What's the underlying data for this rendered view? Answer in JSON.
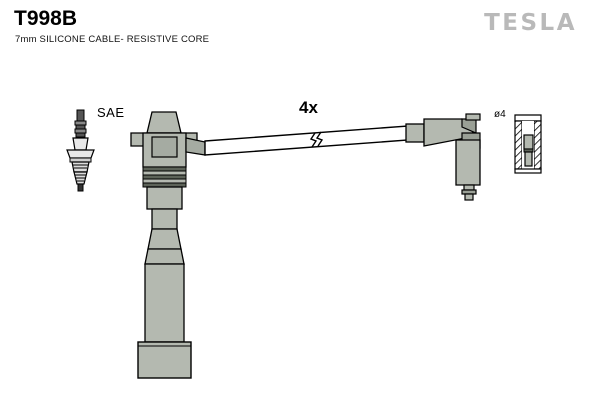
{
  "document": {
    "part_number": "T998B",
    "description": "7mm SILICONE CABLE- RESISTIVE CORE",
    "brand": "TESLA"
  },
  "labels": {
    "sae": "SAE",
    "quantity": "4x",
    "diameter": "ø4"
  },
  "colors": {
    "line": "#000000",
    "fill_light": "#c8ccc4",
    "fill_mid": "#b4b9b0",
    "fill_dark": "#9aa096",
    "cable_fill": "#ffffff",
    "logo_gray": "#b9b9b9",
    "background": "#ffffff"
  },
  "figure": {
    "type": "technical-line-drawing",
    "items": [
      {
        "name": "spark-plug",
        "label": "SAE"
      },
      {
        "name": "spark-plug-boot",
        "label": ""
      },
      {
        "name": "ignition-cable",
        "label": "4x"
      },
      {
        "name": "distributor-boot",
        "label": ""
      },
      {
        "name": "terminal-cross-section",
        "label": "ø4"
      }
    ]
  }
}
